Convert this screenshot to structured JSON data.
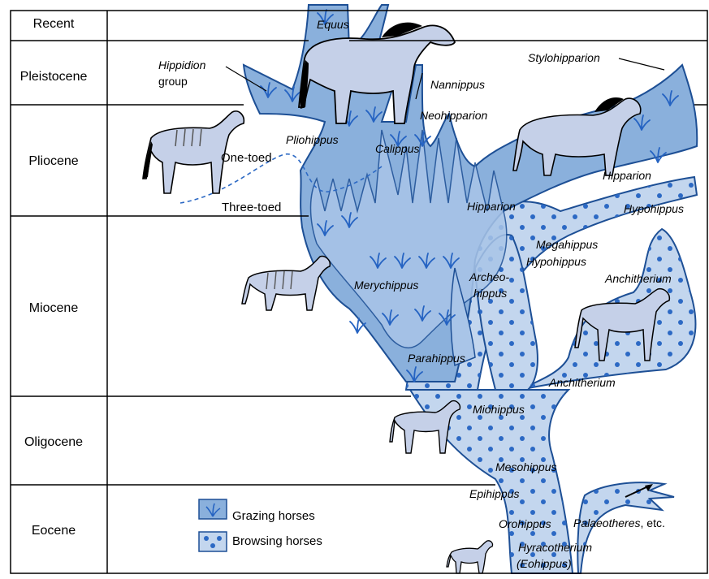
{
  "timescale": {
    "epochs": [
      "Recent",
      "Pleistocene",
      "Pliocene",
      "Miocene",
      "Oligocene",
      "Eocene"
    ]
  },
  "genera": {
    "equus": "Equus",
    "hippidion": "Hippidion",
    "hippidion_group_word": "group",
    "stylohipparion": "Stylohipparion",
    "nannippus": "Nannippus",
    "neohipparion": "Neohipparion",
    "pliohippus": "Pliohippus",
    "calippus": "Calippus",
    "hipparion_upper": "Hipparion",
    "hipparion_lower": "Hipparion",
    "hypohippus_upper": "Hypohippus",
    "megahippus": "Megahippus",
    "hypohippus_lower": "Hypohippus",
    "anchitherium_upper": "Anchitherium",
    "merychippus": "Merychippus",
    "archeohippus_1": "Archeo-",
    "archeohippus_2": "hippus",
    "parahippus": "Parahippus",
    "anchitherium_lower": "Anchitherium",
    "miohippus": "Miohippus",
    "mesohippus": "Mesohippus",
    "epihippus": "Epihippus",
    "orohippus": "Orohippus",
    "palaeotheres": "Palaeotheres",
    "palaeotheres_suffix": ", etc.",
    "hyracotherium": "Hyracotherium",
    "eohippus": "(Eohippus)"
  },
  "annotations": {
    "one_toed": "One-toed",
    "three_toed": "Three-toed"
  },
  "legend": {
    "grazing": "Grazing horses",
    "browsing": "Browsing horses"
  },
  "colors": {
    "grazing_fill": "#8ab0dc",
    "browsing_fill": "#c3d6ee",
    "outline": "#1d4f95",
    "dot": "#2c69c4",
    "grass": "#2563c2",
    "horse_body": "#c5d0e8",
    "grid": "#000000"
  }
}
